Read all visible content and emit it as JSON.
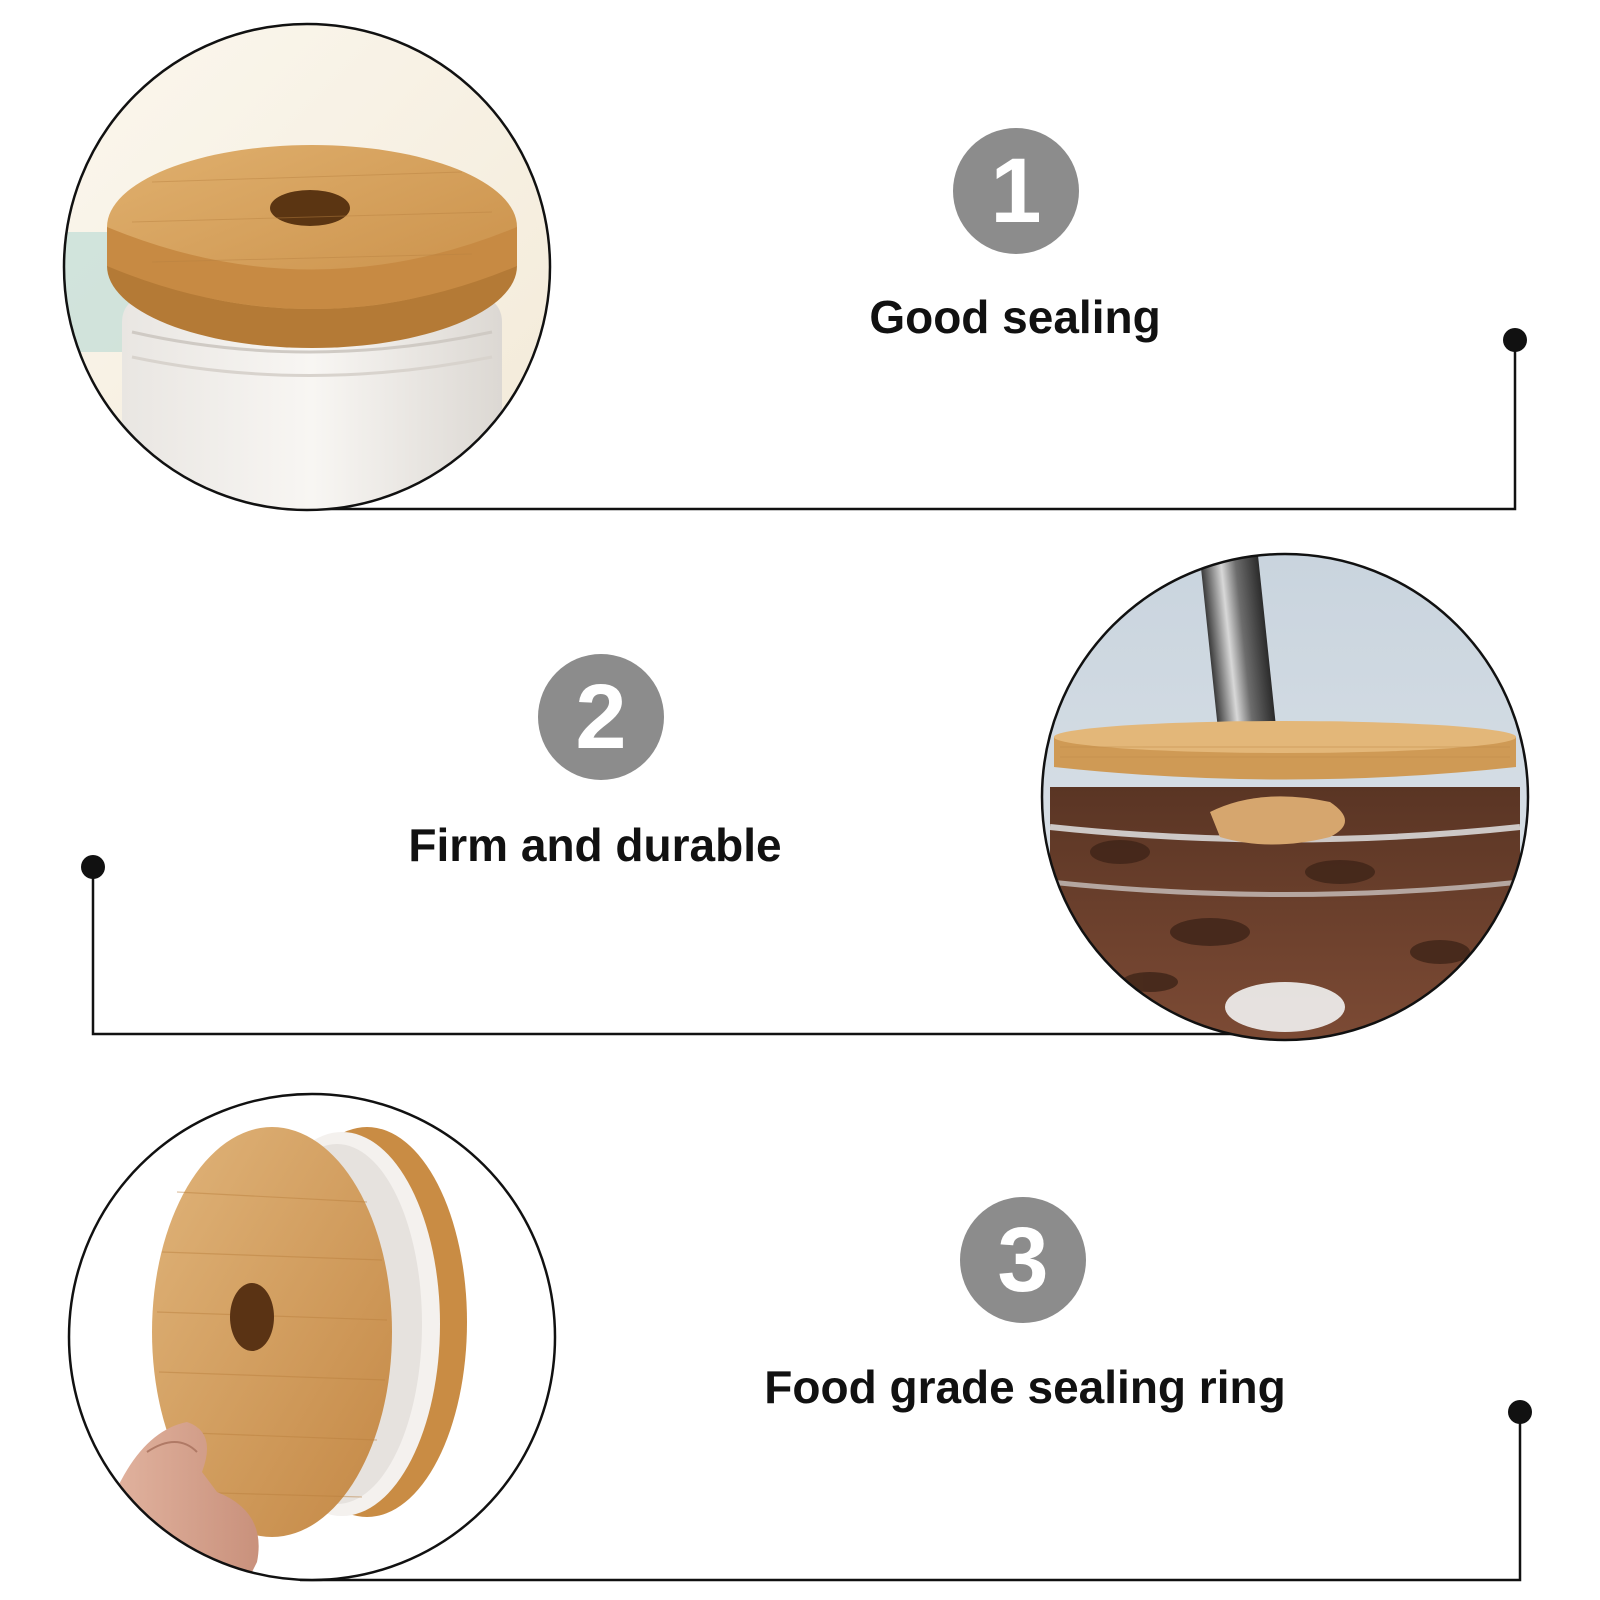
{
  "features": [
    {
      "number": "1",
      "title": "Good sealing",
      "image": "bamboo-lid-on-glass-jar"
    },
    {
      "number": "2",
      "title": "Firm and durable",
      "image": "jar-with-straw-and-chocolate-oats"
    },
    {
      "number": "3",
      "title": "Food grade sealing ring",
      "image": "hand-holding-lid-with-silicone-ring"
    }
  ],
  "colors": {
    "badge": "#8c8c8c",
    "line": "#111111",
    "bamboo": "#d9a866",
    "background": "#ffffff"
  }
}
